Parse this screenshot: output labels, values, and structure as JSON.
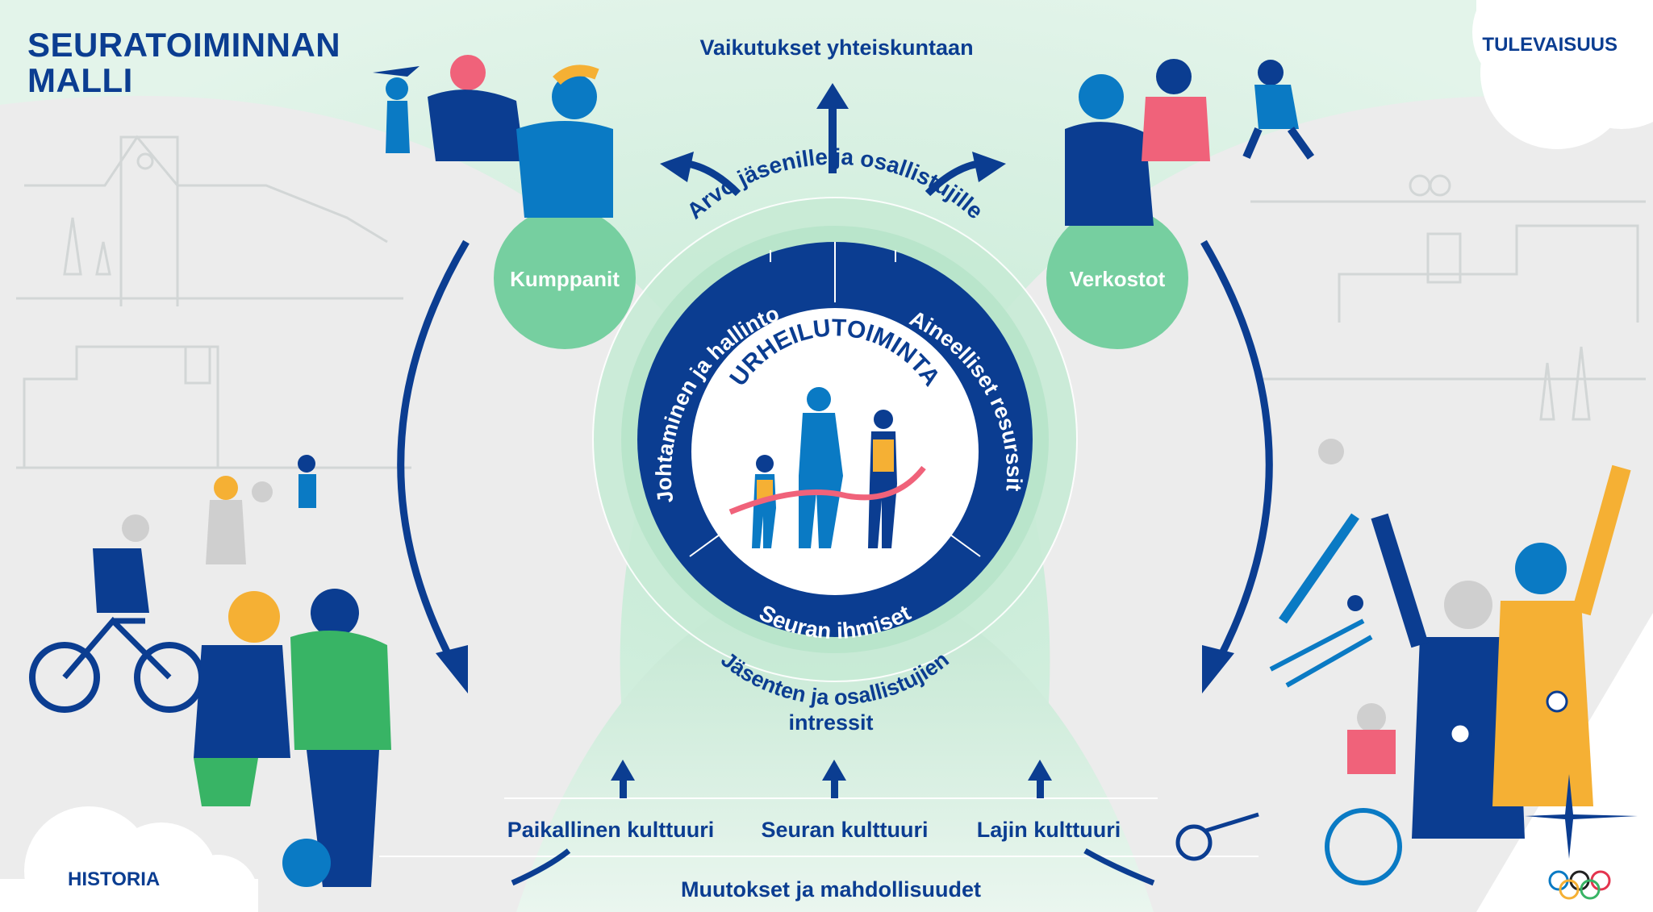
{
  "title": {
    "line1": "SEURATOIMINNAN",
    "line2": "MALLI"
  },
  "corners": {
    "future": "TULEVAISUUS",
    "history": "HISTORIA"
  },
  "top_label": "Vaikutukset yhteiskuntaan",
  "partners": {
    "left": "Kumppanit",
    "right": "Verkostot"
  },
  "outer_ring": {
    "top": "Arvo jäsenille ja osallistujille",
    "bottom_line1": "Jäsenten ja osallistujien",
    "bottom_line2": "intressit"
  },
  "core_ring": {
    "left": "Johtaminen ja hallinto",
    "right": "Aineelliset resurssit",
    "bottom": "Seuran ihmiset"
  },
  "center": {
    "title": "URHEILUTOIMINTA"
  },
  "cultures": [
    "Paikallinen kulttuuri",
    "Seuran kulttuuri",
    "Lajin kulttuuri"
  ],
  "bottom_label": "Muutokset ja mahdollisuudet",
  "colors": {
    "navy": "#0b3d91",
    "blue": "#0a7ac4",
    "green_circle": "#76cfa0",
    "mint": "#d6efe0",
    "light_gray": "#ececec",
    "line_gray": "#d2d6d6",
    "pink": "#f0627a",
    "orange": "#f5b034",
    "field_green": "#38b465"
  },
  "icons": [
    "olympic-rings-icon",
    "star-cross-icon",
    "arrow-up-icon",
    "curved-arrow-icon"
  ]
}
